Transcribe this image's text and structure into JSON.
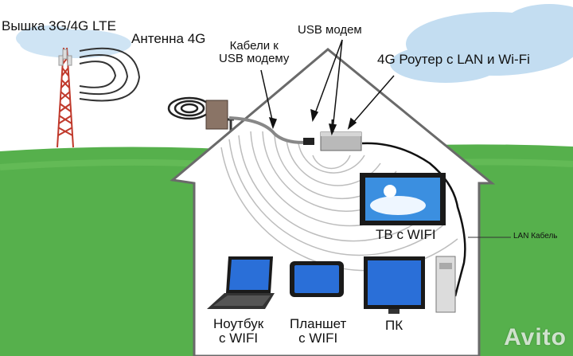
{
  "labels": {
    "tower": "Вышка 3G/4G LTE",
    "antenna": "Антенна 4G",
    "cables": [
      "Кабели к",
      "USB модему"
    ],
    "usb_modem": "USB модем",
    "router": "4G Роутер с LAN и Wi-Fi",
    "tv": "ТВ с WIFI",
    "lan_cable": "LAN Кабель",
    "laptop": [
      "Ноутбук",
      "с WIFI"
    ],
    "tablet": [
      "Планшет",
      "с WIFI"
    ],
    "pc": "ПК"
  },
  "watermark": "Avito",
  "colors": {
    "grass": "#56b04c",
    "cloud": "#c7e0f2",
    "tower": "#c0392b",
    "house_line": "#6a6a6a",
    "screen": "#2a6fd8"
  }
}
